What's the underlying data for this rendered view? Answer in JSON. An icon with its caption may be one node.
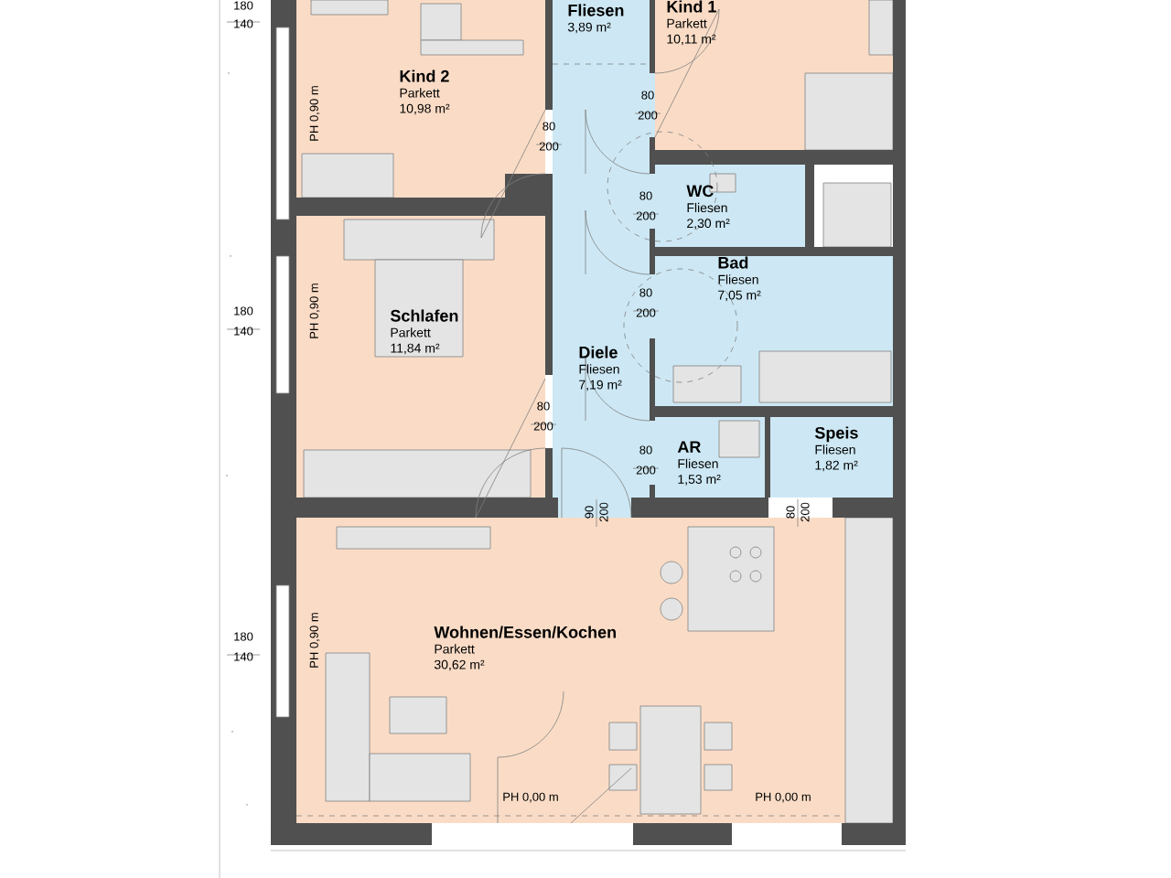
{
  "diagram": {
    "nodes": [
      {
        "text": [
          "Kind 2",
          "Parkett",
          "10,98 m²"
        ]
      },
      {
        "text": [
          "Fliesen",
          "3,89 m²"
        ]
      },
      {
        "text": [
          "Kind 1",
          "Parkett",
          "10,11 m²"
        ]
      },
      {
        "text": [
          "WC",
          "Fliesen",
          "2,30 m²"
        ]
      },
      {
        "text": [
          "Bad",
          "Fliesen",
          "7,05 m²"
        ]
      },
      {
        "text": [
          "Schlafen",
          "Parkett",
          "11,84 m²"
        ]
      },
      {
        "text": [
          "Diele",
          "Fliesen",
          "7,19 m²"
        ]
      },
      {
        "text": [
          "AR",
          "Fliesen",
          "1,53 m²"
        ]
      },
      {
        "text": [
          "Speis",
          "Fliesen",
          "1,82 m²"
        ]
      },
      {
        "text": [
          "Wohnen/Essen/Kochen",
          "Parkett",
          "30,62 m²"
        ]
      }
    ],
    "labels": [
      "180",
      "140",
      "PH 0,90 m",
      "80",
      "200",
      "80",
      "200",
      "80",
      "200",
      "80",
      "200",
      "180",
      "140",
      "PH 0,90 m",
      "80",
      "200",
      "80",
      "200",
      "90",
      "200",
      "80",
      "200",
      "180",
      "140",
      "PH 0,90 m",
      "PH 0,00 m",
      "PH 0,00 m"
    ]
  }
}
